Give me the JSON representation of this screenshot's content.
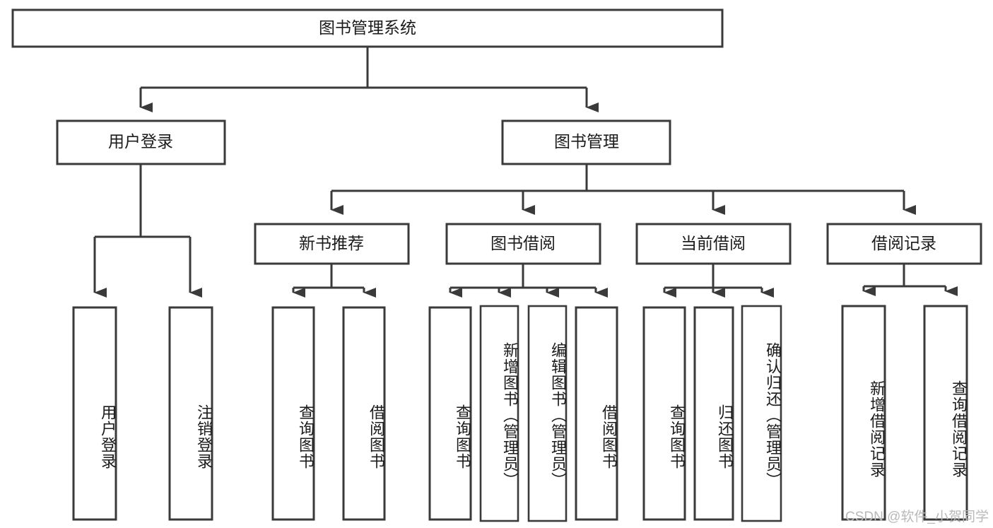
{
  "diagram": {
    "type": "tree-hierarchy",
    "title": "图书管理系统",
    "root": {
      "id": "root",
      "label": "图书管理系统",
      "orientation": "horizontal"
    },
    "level1": [
      {
        "id": "user-login",
        "label": "用户登录",
        "orientation": "horizontal"
      },
      {
        "id": "book-manage",
        "label": "图书管理",
        "orientation": "horizontal"
      }
    ],
    "level2": [
      {
        "id": "new-book-rec",
        "label": "新书推荐",
        "parent": "book-manage",
        "orientation": "horizontal"
      },
      {
        "id": "book-borrow",
        "label": "图书借阅",
        "parent": "book-manage",
        "orientation": "horizontal"
      },
      {
        "id": "current-borrow",
        "label": "当前借阅",
        "parent": "book-manage",
        "orientation": "horizontal"
      },
      {
        "id": "borrow-record",
        "label": "借阅记录",
        "parent": "book-manage",
        "orientation": "horizontal"
      }
    ],
    "leaves": [
      {
        "id": "leaf-user-login",
        "label": "用户登录",
        "parent": "user-login",
        "orientation": "vertical"
      },
      {
        "id": "leaf-user-logout",
        "label": "注销登录",
        "parent": "user-login",
        "orientation": "vertical"
      },
      {
        "id": "leaf-query-book-1",
        "label": "查询图书",
        "parent": "new-book-rec",
        "orientation": "vertical"
      },
      {
        "id": "leaf-borrow-book-1",
        "label": "借阅图书",
        "parent": "new-book-rec",
        "orientation": "vertical"
      },
      {
        "id": "leaf-query-book-2",
        "label": "查询图书",
        "parent": "book-borrow",
        "orientation": "vertical"
      },
      {
        "id": "leaf-add-book",
        "label": "新增图书（管理员）",
        "parent": "book-borrow",
        "orientation": "vertical"
      },
      {
        "id": "leaf-edit-book",
        "label": "编辑图书（管理员）",
        "parent": "book-borrow",
        "orientation": "vertical"
      },
      {
        "id": "leaf-borrow-book-2",
        "label": "借阅图书",
        "parent": "book-borrow",
        "orientation": "vertical"
      },
      {
        "id": "leaf-query-book-3",
        "label": "查询图书",
        "parent": "current-borrow",
        "orientation": "vertical"
      },
      {
        "id": "leaf-return-book",
        "label": "归还图书",
        "parent": "current-borrow",
        "orientation": "vertical"
      },
      {
        "id": "leaf-confirm-return",
        "label": "确认归还（管理员）",
        "parent": "current-borrow",
        "orientation": "vertical"
      },
      {
        "id": "leaf-add-record",
        "label": "新增借阅记录",
        "parent": "borrow-record",
        "orientation": "vertical"
      },
      {
        "id": "leaf-query-record",
        "label": "查询借阅记录",
        "parent": "borrow-record",
        "orientation": "vertical"
      }
    ]
  },
  "watermark": {
    "text": "CSDN @软件_小贺同学"
  },
  "colors": {
    "stroke": "#3a3a3a",
    "fill": "#ffffff",
    "text": "#1b1b1b",
    "watermark": "#b9b9b9"
  }
}
